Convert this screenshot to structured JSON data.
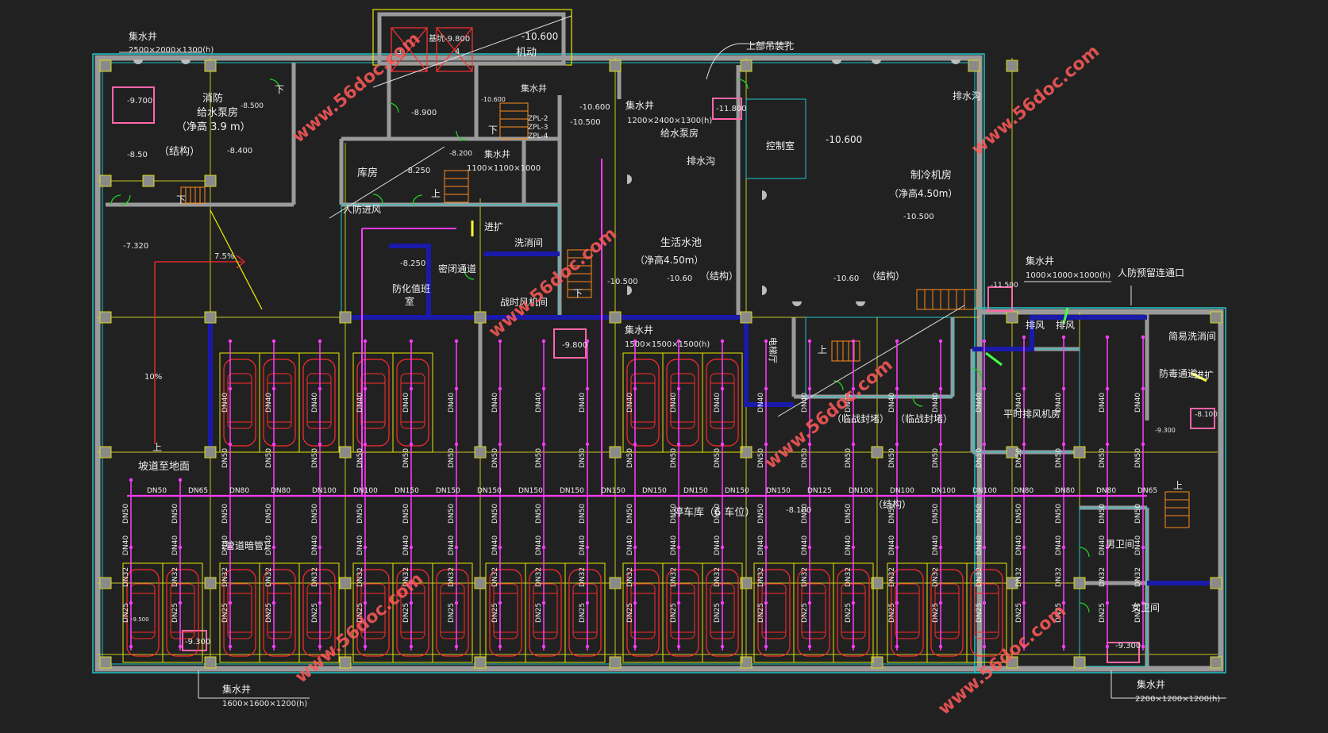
{
  "colors": {
    "background": "#212121",
    "wall": "#9a9a9a",
    "wall_outline": "#1fc8c8",
    "sprinkler_pipe": "#ff3cff",
    "car": "#ff2a2a",
    "stair": "#ff8c1a",
    "grid": "#e6e600",
    "duct": "#1a1aaa",
    "door": "#22cc22",
    "text": "#f0f0f0"
  },
  "watermark": "www.56doc.com",
  "labels": {
    "sump_nw": "集水井",
    "sump_nw_size": "2500×2000×1300(h)",
    "pump_room_title_1": "消防",
    "pump_room_title_2": "给水泵房",
    "pump_room_height": "（净高 3.9 m）",
    "elev_n8_50": "-8.50",
    "structure_1": "（结构）",
    "elev_n8_400": "-8.400",
    "elev_n9_700": "-9.700",
    "elev_n8_500": "-8.500",
    "elev_n7_320": "-7.320",
    "slope_75": "7.5%",
    "slope_10": "10%",
    "ramp_to_ground": "坡道至地面",
    "elev_lift_pit": "基坑-9.800",
    "elev_n10_600_top": "-10.600",
    "motor_room": "机动",
    "sump_2": "集水井",
    "elev_n8_900": "-8.900",
    "elev_n10_600_b": "-10.600",
    "elev_n10_500": "-10.500",
    "zpl_2": "ZPL-2",
    "zpl_3": "ZPL-3",
    "zpl_4": "ZPL-4",
    "elev_n8_200": "-8.200",
    "sump_3": "集水井",
    "sump_3_size": "1100×1100×1000",
    "storage": "库房",
    "elev_n8_250": "-8.250",
    "civil_air_intake": "人防进风",
    "entry_exit": "进扩",
    "decon_room": "洗消间",
    "elev_n8_250_b": "-8.250",
    "airlock": "密闭通道",
    "decon_duty_1": "防化值班",
    "decon_duty_2": "室",
    "fan_room_wartime": "战时风机间",
    "top_lifting_hole": "上部吊装孔",
    "sump_4": "集水井",
    "sump_4_size": "1200×2400×1300(h)",
    "water_pump_room": "给水泵房",
    "elev_n11_800": "-11.800",
    "drain_ditch": "排水沟",
    "control_room": "控制室",
    "elev_n10_600_c": "-10.600",
    "drain_ditch_2": "排水沟",
    "chiller_room": "制冷机房",
    "chiller_height": "（净高4.50m）",
    "elev_n10_500_b": "-10.500",
    "water_tank": "生活水池",
    "tank_height": "（净高4.50m）",
    "elev_n10_60": "-10.60",
    "structure_2": "（结构）",
    "elev_n10_500_c": "-10.500",
    "elev_n10_60_b": "-10.60",
    "structure_3": "（结构）",
    "sump_5": "集水井",
    "sump_5_size": "1000×1000×1000(h)",
    "elev_n11_500": "-11.500",
    "civil_reserved_exit": "人防预留连通口",
    "exhaust_1": "排风",
    "exhaust_2": "排风",
    "simple_decon": "简易洗消间",
    "protective_corridor": "防毒通道",
    "entry_exit_2": "进扩",
    "sump_6": "集水井",
    "sump_6_size": "1500×1500×1500(h)",
    "elev_n9_800": "-9.800",
    "lift_lobby": "电梯厅",
    "temp_seal_1": "（临战封堵）",
    "temp_seal_2": "（临战封堵）",
    "peacetime_fan_room": "平时排风机房",
    "parking_1": "停车库（6 车位）",
    "elev_n8_100": "-8.100",
    "structure_4": "（结构）",
    "male_wc": "男卫间",
    "female_wc": "女卫间",
    "pipe_cover": "（管道暗管）",
    "elev_n9_300": "-9.300",
    "elev_n9_300_b": "-9.300",
    "sump_sw": "集水井",
    "sump_sw_size": "1600×1600×1200(h)",
    "sump_se": "集水井",
    "sump_se_size": "2200×1200×1200(h)",
    "down_1": "下",
    "down_2": "下",
    "down_3": "下",
    "down_4": "下",
    "up_1": "上",
    "up_2": "上",
    "up_3": "上",
    "up_4": "上",
    "elev_n9_500": "-9.500"
  },
  "pipe_main_labels": [
    "DN50",
    "DN65",
    "DN80",
    "DN80",
    "DN100",
    "DN100",
    "DN150",
    "DN150",
    "DN150",
    "DN150",
    "DN150",
    "DN150",
    "DN150",
    "DN150",
    "DN150",
    "DN150",
    "DN125",
    "DN100",
    "DN100",
    "DN100",
    "DN100",
    "DN80",
    "DN80",
    "DN80",
    "DN65"
  ],
  "pipe_branch_labels": [
    "DN25",
    "DN32",
    "DN40",
    "DN50"
  ]
}
